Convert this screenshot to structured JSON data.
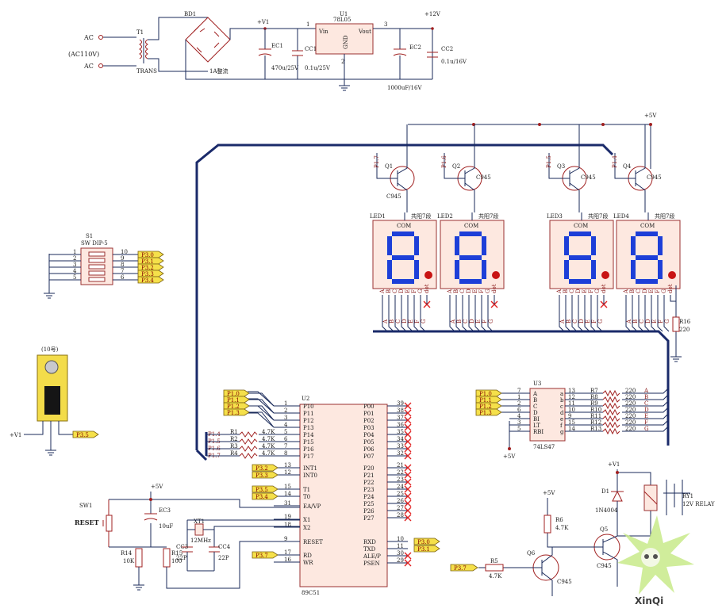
{
  "power": {
    "ac_top": "AC",
    "ac_bottom": "AC",
    "ac_voltage": "(AC110V)",
    "transformer_ref": "T1",
    "transformer_name": "TRANS",
    "bridge_ref": "BD1",
    "bridge_value": "1A整流",
    "v1_label": "+V1",
    "ec1_ref": "EC1",
    "ec1_value": "470u/25V",
    "cc1_ref": "CC1",
    "cc1_value": "0.1u/25V",
    "reg_ref": "U1",
    "reg_value": "78L05",
    "reg_vin": "Vin",
    "reg_vout": "Vout",
    "reg_gnd": "GND",
    "reg_pin1": "1",
    "reg_pin3": "3",
    "reg_pin2": "2",
    "v12_label": "+12V",
    "ec2_ref": "EC2",
    "ec2_value": "1000uF/16V",
    "cc2_ref": "CC2",
    "cc2_value": "0.1u/16V"
  },
  "display": {
    "vcc": "+5V",
    "transistors": [
      {
        "ref": "Q1",
        "type": "C945",
        "port": "P1.7"
      },
      {
        "ref": "Q2",
        "type": "C945",
        "port": "P1.6"
      },
      {
        "ref": "Q3",
        "type": "C945",
        "port": "P1.5"
      },
      {
        "ref": "Q4",
        "type": "C945",
        "port": "P1.4"
      }
    ],
    "leds": [
      "LED1",
      "LED2",
      "LED3",
      "LED4"
    ],
    "com": "COM",
    "note": "共阳7段",
    "seg_pins": [
      "A",
      "B",
      "C",
      "D",
      "E",
      "F",
      "G",
      "dot"
    ],
    "seg_bus": [
      "A",
      "B",
      "C",
      "D",
      "E",
      "F",
      "G"
    ],
    "r16": "R16",
    "r16_value": "220"
  },
  "dip": {
    "ref": "S1",
    "name": "SW DIP-5",
    "left_pins": [
      "1",
      "2",
      "3",
      "4",
      "5"
    ],
    "right_pins": [
      "10",
      "9",
      "8",
      "7",
      "6"
    ],
    "ports": [
      "P3.0",
      "P3.1",
      "P3.2",
      "P3.3",
      "P3.4"
    ]
  },
  "sensor": {
    "title": "(10号)",
    "v1": "+V1",
    "port": "P3.5"
  },
  "mcu": {
    "ref": "U2",
    "name": "89C51",
    "left": [
      {
        "pin": "1",
        "name": "P10",
        "port": "P1.0"
      },
      {
        "pin": "2",
        "name": "P11",
        "port": "P1.1"
      },
      {
        "pin": "3",
        "name": "P12",
        "port": "P1.2"
      },
      {
        "pin": "4",
        "name": "P13",
        "port": "P1.3"
      },
      {
        "pin": "5",
        "name": "P14",
        "port": "P1.4",
        "r": "R1",
        "rv": "4.7K"
      },
      {
        "pin": "6",
        "name": "P15",
        "port": "P1.5",
        "r": "R2",
        "rv": "4.7K"
      },
      {
        "pin": "7",
        "name": "P16",
        "port": "P1.6",
        "r": "R3",
        "rv": "4.7K"
      },
      {
        "pin": "8",
        "name": "P17",
        "port": "P1.7",
        "r": "R4",
        "rv": "4.7K"
      },
      {
        "pin": "13",
        "name": "INT1",
        "port": "P3.2"
      },
      {
        "pin": "12",
        "name": "INT0",
        "port": "P3.3"
      },
      {
        "pin": "15",
        "name": "T1",
        "port": "P3.5"
      },
      {
        "pin": "14",
        "name": "T0",
        "port": "P3.4"
      },
      {
        "pin": "31",
        "name": "EA/VP"
      },
      {
        "pin": "19",
        "name": "X1"
      },
      {
        "pin": "18",
        "name": "X2"
      },
      {
        "pin": "9",
        "name": "RESET"
      },
      {
        "pin": "17",
        "name": "RD",
        "port": "P3.7"
      },
      {
        "pin": "16",
        "name": "WR"
      }
    ],
    "right": [
      {
        "pin": "39",
        "name": "P00"
      },
      {
        "pin": "38",
        "name": "P01"
      },
      {
        "pin": "37",
        "name": "P02"
      },
      {
        "pin": "36",
        "name": "P03"
      },
      {
        "pin": "35",
        "name": "P04"
      },
      {
        "pin": "34",
        "name": "P05"
      },
      {
        "pin": "33",
        "name": "P06"
      },
      {
        "pin": "32",
        "name": "P07"
      },
      {
        "pin": "21",
        "name": "P20"
      },
      {
        "pin": "22",
        "name": "P21"
      },
      {
        "pin": "23",
        "name": "P22"
      },
      {
        "pin": "24",
        "name": "P23"
      },
      {
        "pin": "25",
        "name": "P24"
      },
      {
        "pin": "26",
        "name": "P25"
      },
      {
        "pin": "27",
        "name": "P26"
      },
      {
        "pin": "28",
        "name": "P27"
      },
      {
        "pin": "10",
        "name": "RXD",
        "port": "P3.0"
      },
      {
        "pin": "11",
        "name": "TXD",
        "port": "P3.1"
      },
      {
        "pin": "30",
        "name": "ALE/P"
      },
      {
        "pin": "29",
        "name": "PSEN"
      }
    ]
  },
  "decoder": {
    "ref": "U3",
    "name": "74LS47",
    "inputs": [
      {
        "pin": "7",
        "name": "A",
        "port": "P1.0"
      },
      {
        "pin": "1",
        "name": "B",
        "port": "P1.1"
      },
      {
        "pin": "2",
        "name": "C",
        "port": "P1.2"
      },
      {
        "pin": "6",
        "name": "D",
        "port": "P1.3"
      },
      {
        "pin": "4",
        "name": "BI"
      },
      {
        "pin": "3",
        "name": "LT"
      },
      {
        "pin": "5",
        "name": "RBI"
      }
    ],
    "outputs": [
      {
        "pin": "13",
        "name": "a",
        "r": "R7",
        "rv": "220",
        "seg": "A"
      },
      {
        "pin": "12",
        "name": "b",
        "r": "R8",
        "rv": "220",
        "seg": "B"
      },
      {
        "pin": "11",
        "name": "c",
        "r": "R9",
        "rv": "220",
        "seg": "C"
      },
      {
        "pin": "10",
        "name": "d",
        "r": "R10",
        "rv": "220",
        "seg": "D"
      },
      {
        "pin": "9",
        "name": "e",
        "r": "R11",
        "rv": "220",
        "seg": "E"
      },
      {
        "pin": "15",
        "name": "f",
        "r": "R12",
        "rv": "220",
        "seg": "F"
      },
      {
        "pin": "14",
        "name": "g",
        "r": "R13",
        "rv": "220",
        "seg": "G"
      }
    ],
    "vcc": "+5V"
  },
  "reset": {
    "sw": "SW1",
    "label": "RESET",
    "vcc": "+5V",
    "ec3": "EC3",
    "ec3_value": "10uF",
    "r14": "R14",
    "r14_value": "10K",
    "r15": "R15",
    "r15_value": "100",
    "xt": "XT1",
    "xt_value": "12MHz",
    "cc3": "CC3",
    "cc3_value": "22P",
    "cc4": "CC4",
    "cc4_value": "22P"
  },
  "relay": {
    "v1": "+V1",
    "d1": "D1",
    "d1_value": "1N4004",
    "ry": "RY1",
    "ry_value": "12V RELAY",
    "q5": "Q5",
    "q5_type": "C945",
    "q6": "Q6",
    "q6_type": "C945",
    "r6": "R6",
    "r6_value": "4.7K",
    "r5": "R5",
    "r5_value": "4.7K",
    "vcc": "+5V",
    "port": "P3.7"
  },
  "watermark": {
    "text": "XinQi"
  }
}
